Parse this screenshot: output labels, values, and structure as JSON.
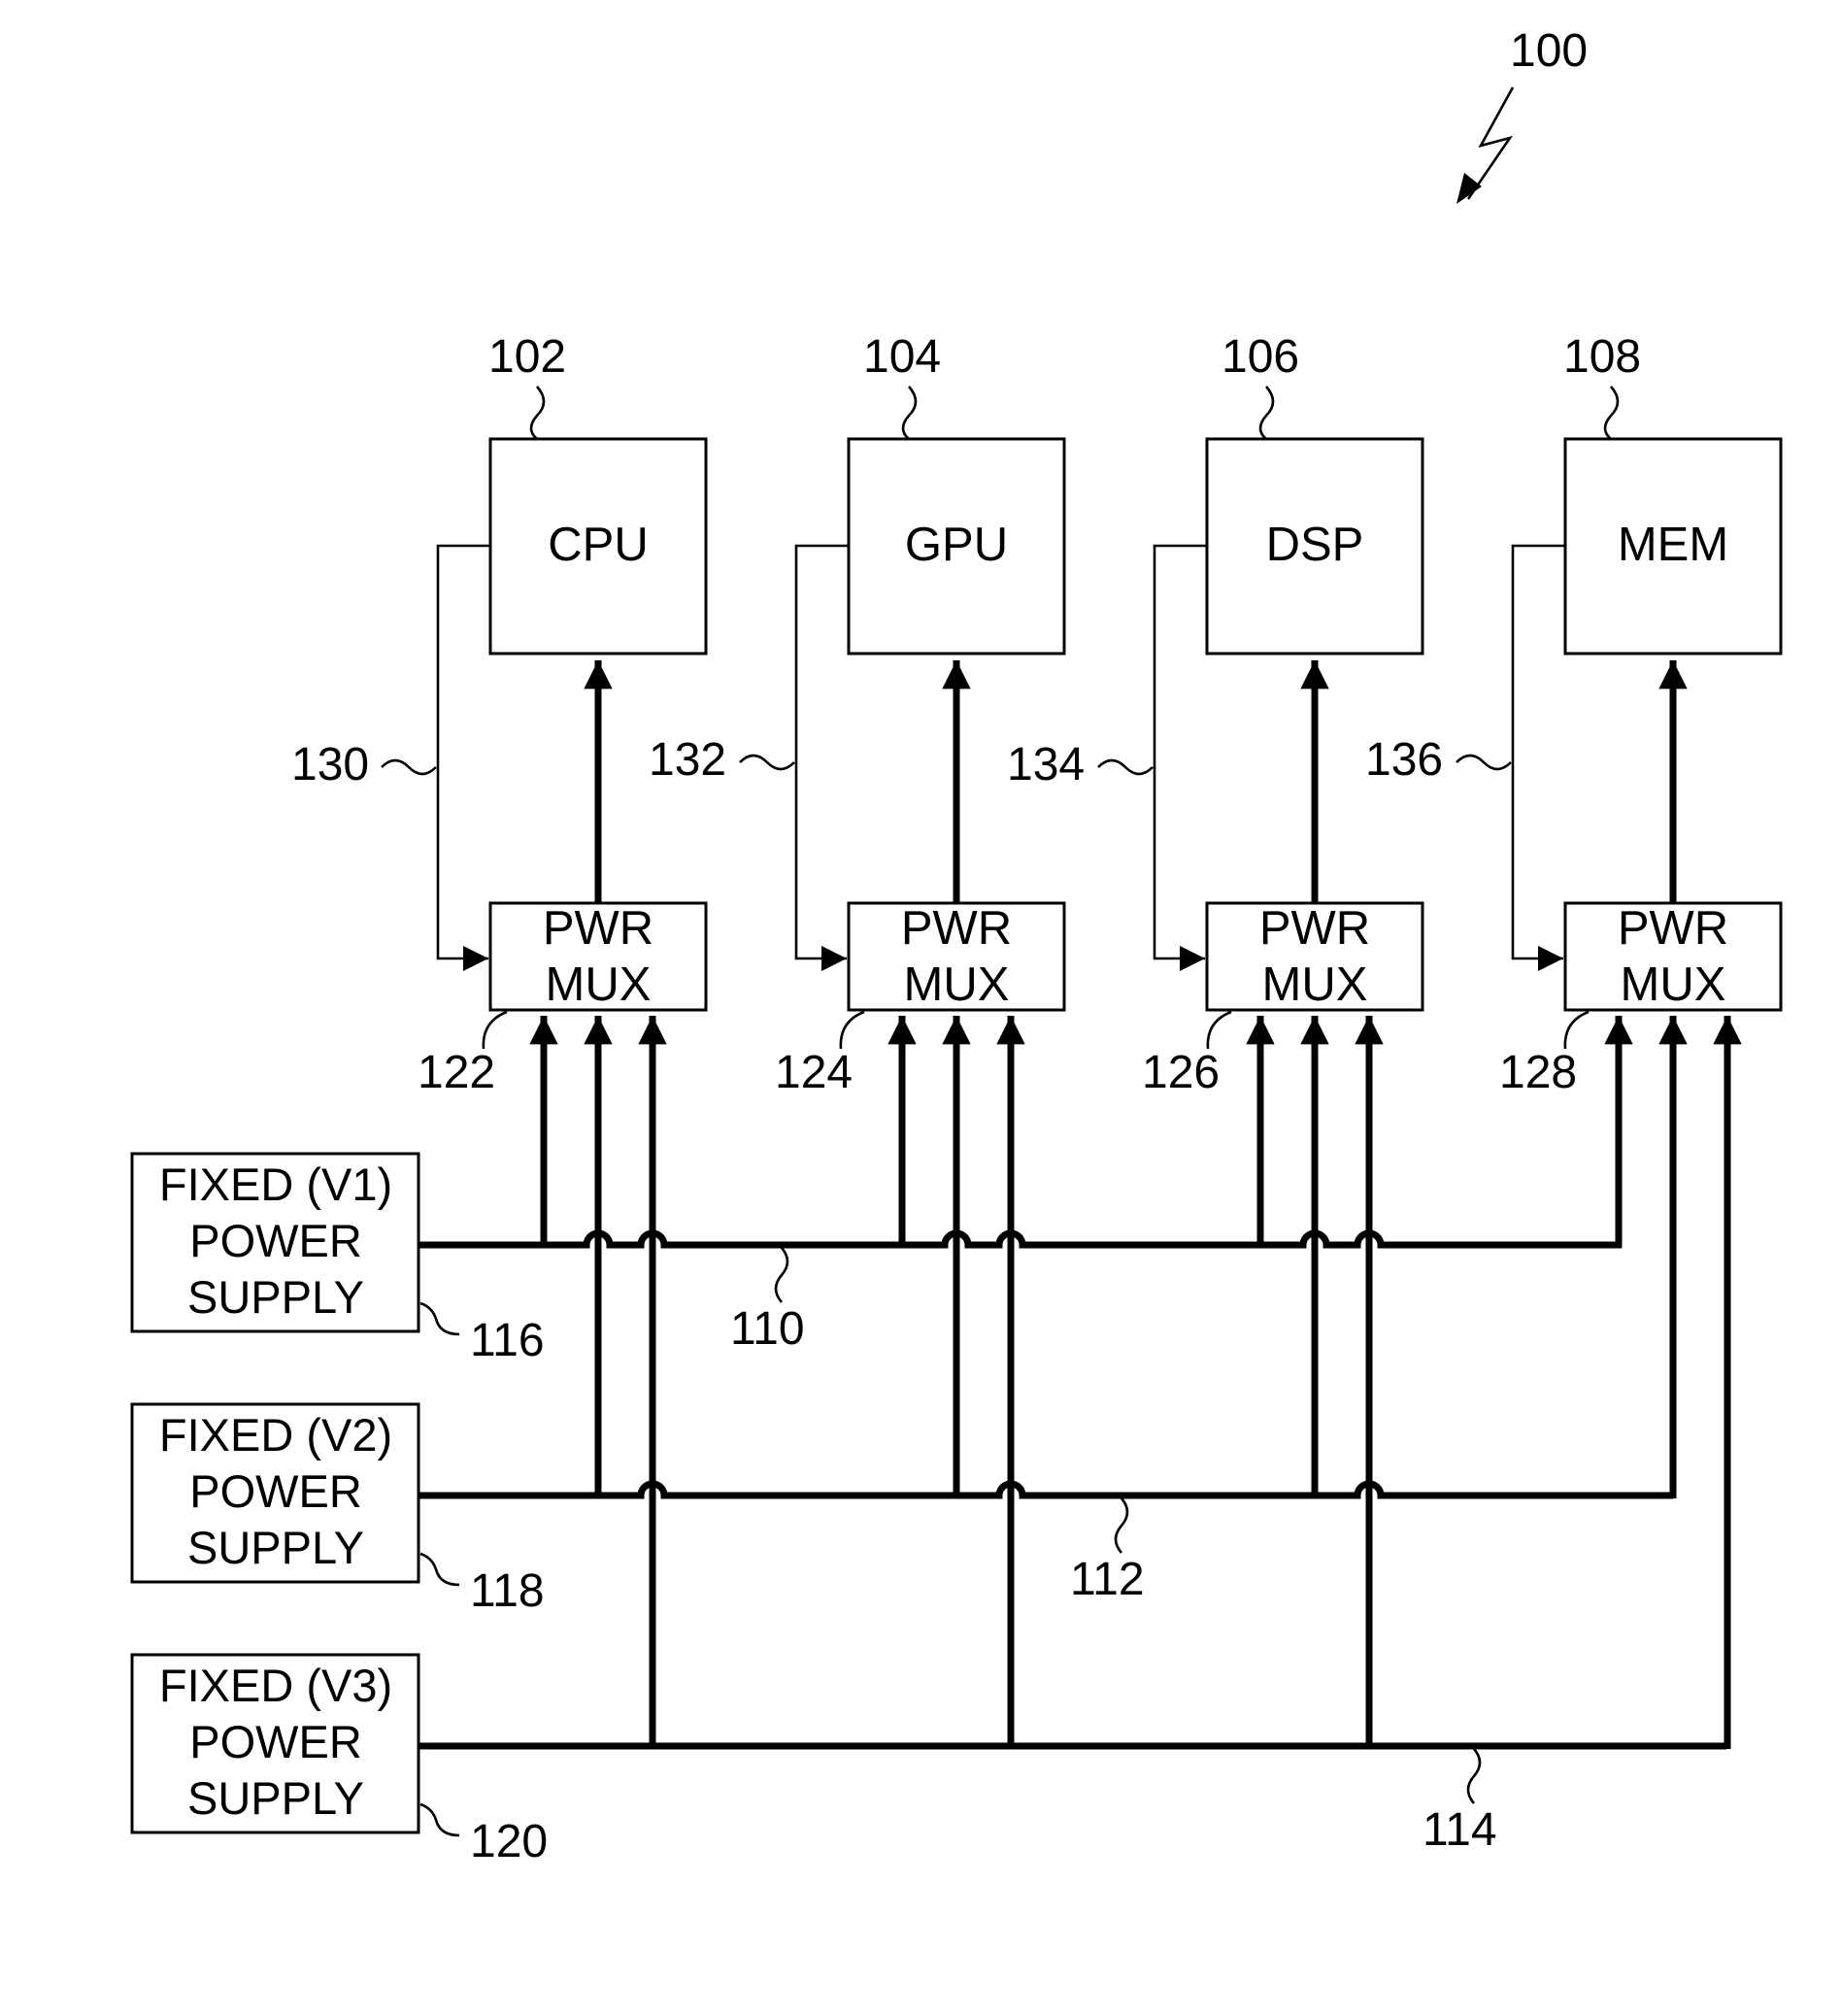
{
  "figure_ref": "100",
  "blocks": [
    {
      "label": "CPU",
      "ref": "102"
    },
    {
      "label": "GPU",
      "ref": "104"
    },
    {
      "label": "DSP",
      "ref": "106"
    },
    {
      "label": "MEM",
      "ref": "108"
    }
  ],
  "muxes": [
    {
      "line1": "PWR",
      "line2": "MUX",
      "ref": "122",
      "control_ref": "130"
    },
    {
      "line1": "PWR",
      "line2": "MUX",
      "ref": "124",
      "control_ref": "132"
    },
    {
      "line1": "PWR",
      "line2": "MUX",
      "ref": "126",
      "control_ref": "134"
    },
    {
      "line1": "PWR",
      "line2": "MUX",
      "ref": "128",
      "control_ref": "136"
    }
  ],
  "supplies": [
    {
      "line1": "FIXED (V1)",
      "line2": "POWER",
      "line3": "SUPPLY",
      "ref": "116",
      "rail_ref": "110"
    },
    {
      "line1": "FIXED (V2)",
      "line2": "POWER",
      "line3": "SUPPLY",
      "ref": "118",
      "rail_ref": "112"
    },
    {
      "line1": "FIXED (V3)",
      "line2": "POWER",
      "line3": "SUPPLY",
      "ref": "120",
      "rail_ref": "114"
    }
  ]
}
